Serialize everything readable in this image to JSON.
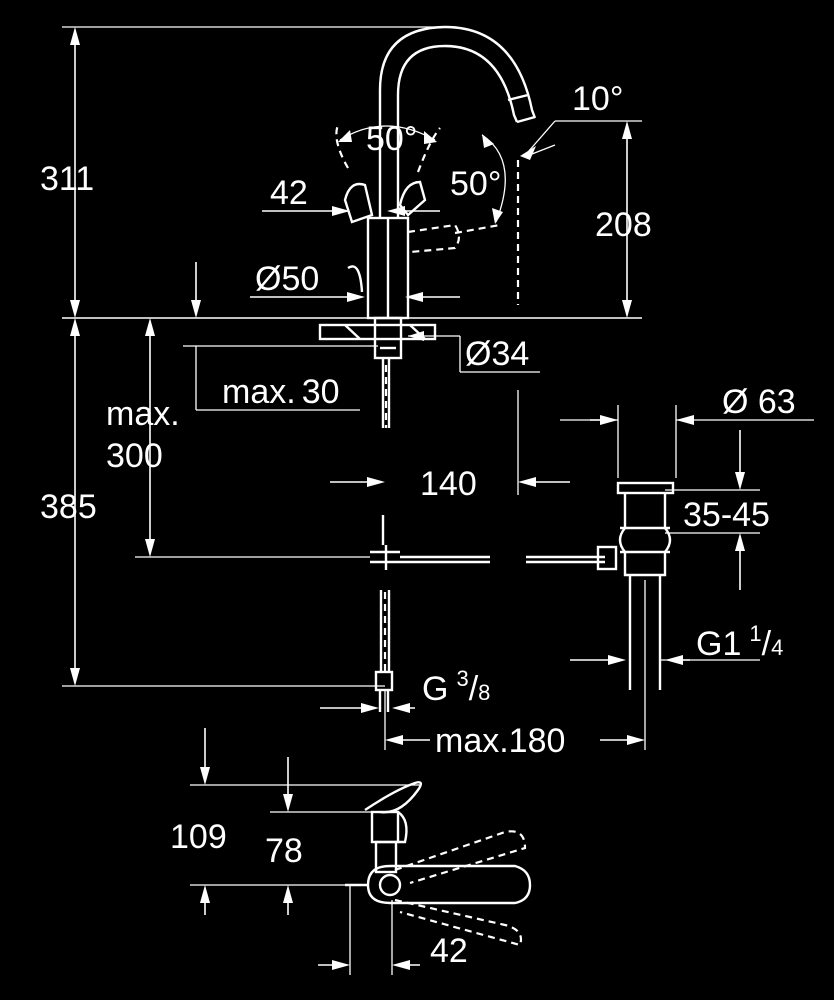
{
  "dimensions": {
    "total_height": "311",
    "spout_height": "208",
    "spout_angle": "10°",
    "lever_swing_left": "50°",
    "lever_swing_right": "50°",
    "lever_width": "42",
    "base_diameter": "Ø50",
    "hole_diameter": "Ø34",
    "max_deck_prefix": "max.",
    "max_deck_value": "30",
    "max_hose_line1": "max.",
    "max_hose_line2": "300",
    "below_height": "385",
    "spout_reach": "140",
    "waste_diameter": "Ø 63",
    "waste_range": "35-45",
    "waste_thread_main": "G1",
    "waste_thread_num": "1",
    "waste_thread_slash": "/",
    "waste_thread_den": "4",
    "hose_thread_main": "G",
    "hose_thread_num": "3",
    "hose_thread_slash": "/",
    "hose_thread_den": "8",
    "waste_reach": "max.180",
    "side_height": "109",
    "side_lever_height": "78",
    "side_depth": "42"
  }
}
